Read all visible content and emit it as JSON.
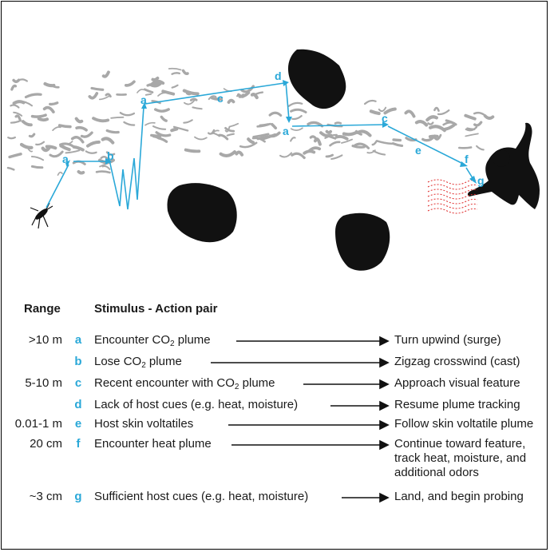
{
  "scene": {
    "waypoints": [
      {
        "label": "a"
      },
      {
        "label": "b"
      },
      {
        "label": "a"
      },
      {
        "label": "c"
      },
      {
        "label": "d"
      },
      {
        "label": "a"
      },
      {
        "label": "c"
      },
      {
        "label": "e"
      },
      {
        "label": "f"
      },
      {
        "label": "g"
      }
    ]
  },
  "table": {
    "headers": {
      "range": "Range",
      "pair": "Stimulus - Action pair"
    },
    "rows": [
      {
        "range": ">10 m",
        "letter": "a",
        "stimulus_pre": "Encounter CO",
        "stimulus_sub": "2",
        "stimulus_post": " plume",
        "action": "Turn upwind (surge)"
      },
      {
        "range": "",
        "letter": "b",
        "stimulus_pre": "Lose CO",
        "stimulus_sub": "2",
        "stimulus_post": " plume",
        "action": "Zigzag crosswind (cast)"
      },
      {
        "range": "5-10 m",
        "letter": "c",
        "stimulus_pre": "Recent encounter with CO",
        "stimulus_sub": "2",
        "stimulus_post": " plume",
        "action": "Approach visual feature"
      },
      {
        "range": "",
        "letter": "d",
        "stimulus_pre": "Lack of host cues (e.g. heat, moisture)",
        "stimulus_sub": "",
        "stimulus_post": "",
        "action": "Resume plume tracking"
      },
      {
        "range": "0.01-1 m",
        "letter": "e",
        "stimulus_pre": "Host skin voltatiles",
        "stimulus_sub": "",
        "stimulus_post": "",
        "action": "Follow skin voltatile plume"
      },
      {
        "range": "20 cm",
        "letter": "f",
        "stimulus_pre": "Encounter heat plume",
        "stimulus_sub": "",
        "stimulus_post": "",
        "action": "Continue toward feature, track heat, moisture, and additional odors"
      },
      {
        "range": "~3 cm",
        "letter": "g",
        "stimulus_pre": "Sufficient host cues (e.g. heat, moisture)",
        "stimulus_sub": "",
        "stimulus_post": "",
        "action": "Land, and begin probing"
      }
    ]
  },
  "colors": {
    "accent": "#2aa8d8",
    "plume": "#a8a8a8",
    "heat": "#e03030",
    "silhouette": "#111111",
    "text": "#1a1a1a"
  }
}
